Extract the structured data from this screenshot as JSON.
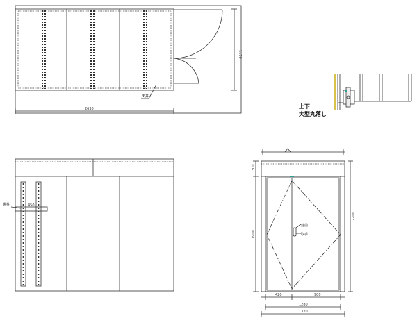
{
  "plan": {
    "width_dim": "2630",
    "depth_dim": "1170",
    "callout": "天井"
  },
  "side_elevation": {
    "callout": "棚柱",
    "small_dim": "450"
  },
  "front_elevation": {
    "top_dim": "300",
    "height_dim": "1900",
    "overall_height_dim": "2200",
    "latch_label": "錠前",
    "handle_label": "取手",
    "left_panel_dim": "420",
    "door_dim": "900",
    "opening_dim": "1280",
    "overall_width_dim": "1370"
  },
  "detail": {
    "label_line1": "上下",
    "label_line2": "大型丸落し"
  },
  "colors": {
    "line": "#333333",
    "accent_yellow": "#d8c24a",
    "accent_teal": "#2a9d8f"
  }
}
